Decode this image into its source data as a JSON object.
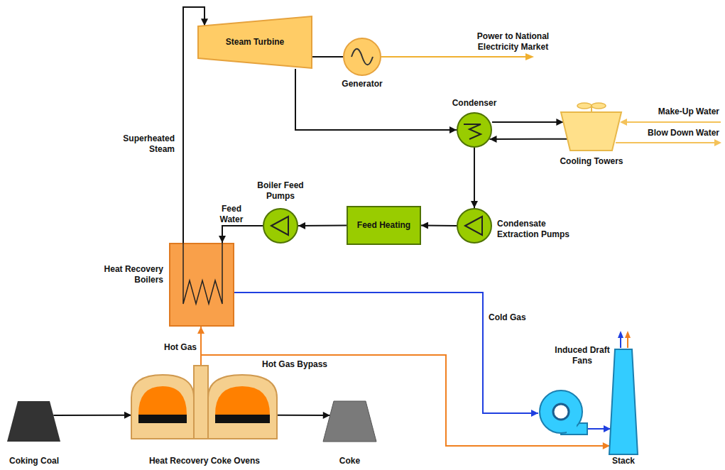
{
  "diagram": {
    "nodes": [
      {
        "text": [
          "Steam Turbine"
        ]
      },
      {
        "text": [
          "Generator"
        ]
      },
      {
        "text": [
          "Condenser"
        ]
      },
      {
        "text": [
          "Cooling Towers"
        ]
      },
      {
        "text": [
          "Boiler Feed Pumps"
        ]
      },
      {
        "text": [
          "Feed Heating"
        ]
      },
      {
        "text": [
          "Condensate Extraction Pumps"
        ]
      },
      {
        "text": [
          "Heat Recovery Boilers"
        ]
      },
      {
        "text": [
          "Heat Recovery Coke Ovens"
        ]
      },
      {
        "text": [
          "Coking Coal"
        ]
      },
      {
        "text": [
          "Coke"
        ]
      },
      {
        "text": [
          "Induced Draft Fans"
        ]
      },
      {
        "text": [
          "Stack"
        ]
      }
    ],
    "edges": [
      {
        "from": 7,
        "to": 0,
        "label": "Superheated Steam",
        "arrow": "to"
      },
      {
        "from": 0,
        "to": 1,
        "arrow": "none"
      },
      {
        "from": 0,
        "to": 2,
        "arrow": "to"
      },
      {
        "from": 2,
        "to": 3,
        "arrow": "to"
      },
      {
        "from": 3,
        "to": 2,
        "arrow": "to"
      },
      {
        "from": 2,
        "to": 6,
        "arrow": "to"
      },
      {
        "from": 6,
        "to": 5,
        "arrow": "to"
      },
      {
        "from": 5,
        "to": 4,
        "arrow": "to"
      },
      {
        "from": 4,
        "to": 7,
        "label": "Feed Water",
        "arrow": "to"
      },
      {
        "from": 8,
        "to": 7,
        "label": "Hot Gas",
        "arrow": "to"
      },
      {
        "from": 7,
        "to": 11,
        "label": "Cold Gas",
        "arrow": "to"
      },
      {
        "from": 8,
        "to": 12,
        "label": "Hot Gas Bypass",
        "arrow": "to"
      },
      {
        "from": 11,
        "to": 12,
        "arrow": "to"
      },
      {
        "from": 9,
        "to": 8,
        "arrow": "to"
      },
      {
        "from": 8,
        "to": 10,
        "arrow": "to"
      }
    ],
    "labels": [
      "Power to National Electricity Market",
      "Make-Up Water",
      "Blow Down Water"
    ]
  }
}
